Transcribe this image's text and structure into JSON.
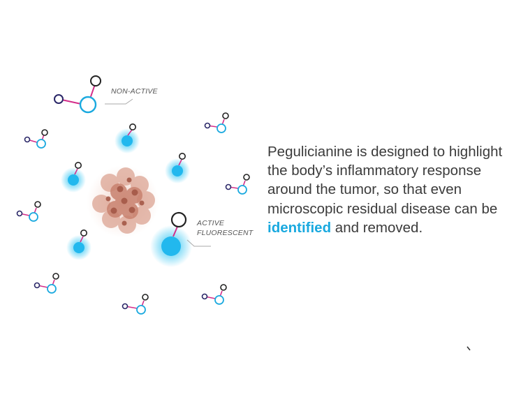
{
  "labels": {
    "non_active": "NON-ACTIVE",
    "active_line1": "ACTIVE",
    "active_line2": "FLUORESCENT"
  },
  "description": {
    "before": "Pegulicianine is designed to highlight the body’s inflammatory response around the tumor, so that even microscopic residual disease can be ",
    "highlight": "identified",
    "after": " and removed."
  },
  "colors": {
    "text": "#3b3b3b",
    "highlight": "#1aa9df",
    "probe_cyan": "#1aa9df",
    "probe_navy": "#2a2768",
    "probe_black": "#222222",
    "linker_magenta": "#d42e8a",
    "fluorescent_glow": "#2ec4f2",
    "tumor": "#c98a78"
  },
  "icons": {
    "inactive_probe": "inactive-probe-icon",
    "active_probe": "active-fluorescent-probe-icon",
    "tumor": "tumor-cluster-icon"
  }
}
